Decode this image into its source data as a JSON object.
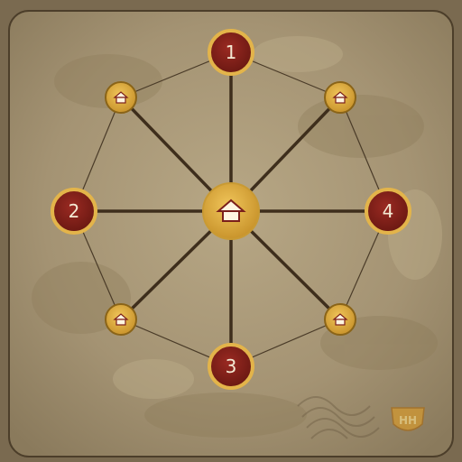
{
  "board": {
    "center": {
      "icon": "house-icon",
      "label": "home-base"
    },
    "numbered_nodes": [
      {
        "id": "node-1",
        "number": "1"
      },
      {
        "id": "node-2",
        "number": "2"
      },
      {
        "id": "node-3",
        "number": "3"
      },
      {
        "id": "node-4",
        "number": "4"
      }
    ],
    "house_nodes": [
      {
        "id": "house-top-left",
        "icon": "house-icon"
      },
      {
        "id": "house-top-right",
        "icon": "house-icon"
      },
      {
        "id": "house-bottom-left",
        "icon": "house-icon"
      },
      {
        "id": "house-bottom-right",
        "icon": "house-icon"
      }
    ],
    "watermark": {
      "icon": "shield-logo-icon",
      "text": "HH"
    }
  },
  "colors": {
    "parchment": "#a8987a",
    "frame": "#5e5038",
    "node_red": "#7a1f1a",
    "node_gold": "#d9a93c",
    "node_gold_dark": "#b88a26",
    "spoke": "#3e2e1c",
    "rim_line": "#4a3b28",
    "number_text": "#f4ead4"
  }
}
